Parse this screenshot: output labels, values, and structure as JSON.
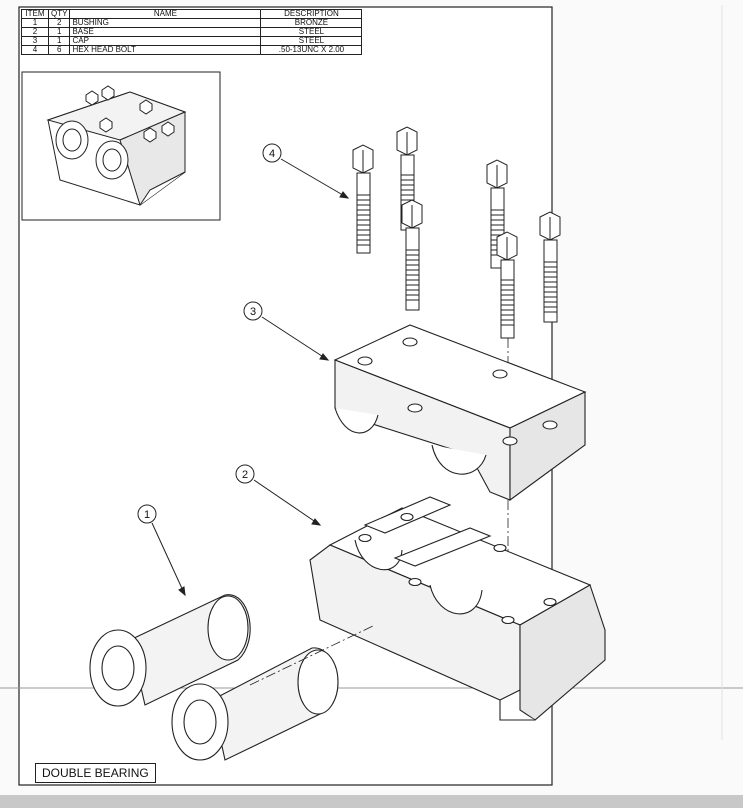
{
  "bom": {
    "headers": [
      "ITEM",
      "QTY",
      "NAME",
      "DESCRIPTION"
    ],
    "rows": [
      [
        "1",
        "2",
        "BUSHING",
        "BRONZE"
      ],
      [
        "2",
        "1",
        "BASE",
        "STEEL"
      ],
      [
        "3",
        "1",
        "CAP",
        "STEEL"
      ],
      [
        "4",
        "6",
        "HEX HEAD BOLT",
        ".50-13UNC X 2.00"
      ]
    ]
  },
  "callouts": [
    "1",
    "2",
    "3",
    "4"
  ],
  "title": "DOUBLE BEARING",
  "colors": {
    "ink": "#1a1a1a",
    "paper": "#ffffff",
    "background": "#fafafa",
    "shade": "#d8d8d8"
  }
}
